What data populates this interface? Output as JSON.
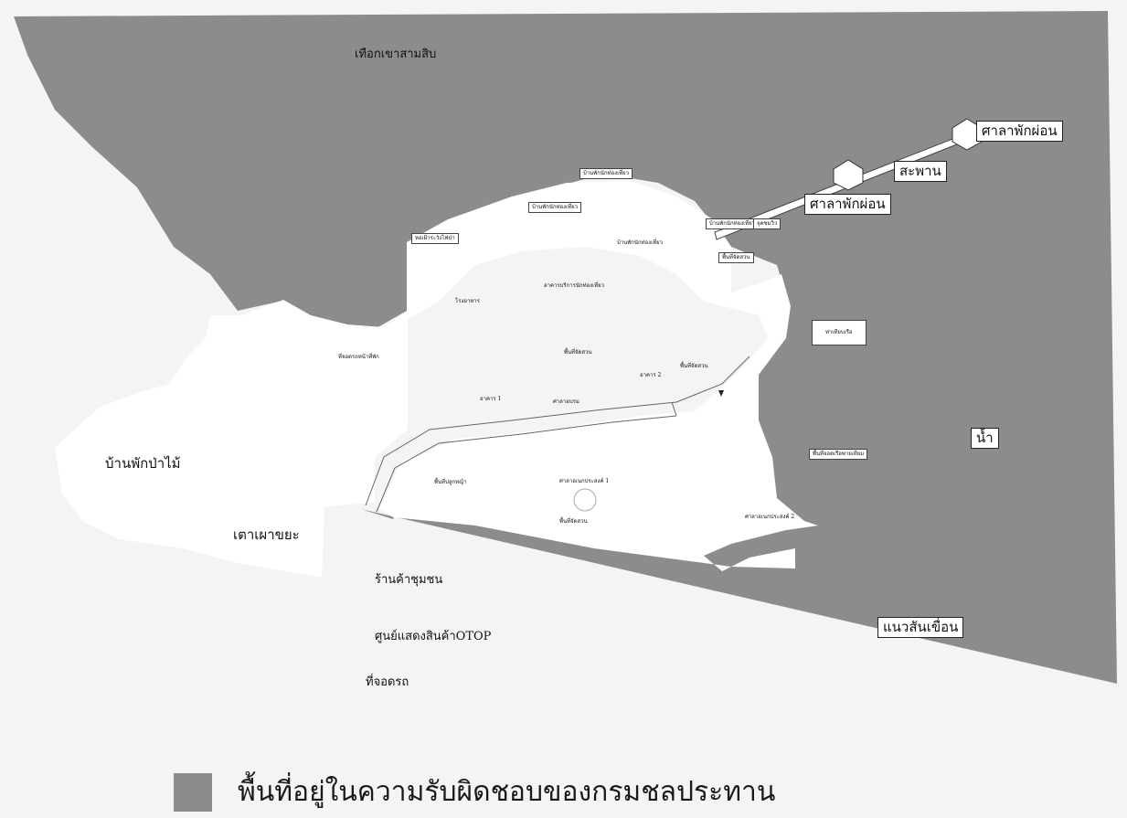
{
  "colors": {
    "responsibility_area": "#8c8c8c",
    "land": "#ffffff",
    "background": "#f4f4f2"
  },
  "labels": {
    "mountain": "เทือกเขาสามสิบ",
    "rest_pavilion_1": "ศาลาพักผ่อน",
    "rest_pavilion_2": "ศาลาพักผ่อน",
    "bridge": "สะพาน",
    "forestry_house": "บ้านพักป่าไม้",
    "incinerator": "เตาเผาขยะ",
    "community_shop": "ร้านค้าชุมชน",
    "otop_center": "ศูนย์แสดงสินค้าOTOP",
    "parking_lot": "ที่จอดรถ",
    "water": "น้ำ",
    "dam_line": "แนวสันเขื่อน",
    "tourist_house_1": "บ้านพักนักท่องเที่ยว",
    "tourist_house_2": "บ้านพักนักท่องเที่ยว",
    "tourist_house_3": "บ้านพักนักท่องเที่ยว",
    "tourist_house_4": "บ้านพักนักท่องเที่ยว",
    "forest_tower": "หอเฝ้าระวังไฟป่า",
    "service_building": "อาคารบริการนักท่องเที่ยว",
    "dining_hall": "โรงอาหาร",
    "parking_front": "ที่จอดรถหน้าที่พัก",
    "garden_center": "พื้นที่จัดสวน",
    "garden_east": "พื้นที่จัดสวน",
    "garden_south": "พื้นที่จัดสวน",
    "garden_ne": "พื้นที่จัดสวน",
    "building_2": "อาคาร 2",
    "building_1": "อาคาร 1",
    "training_hall": "ศาลาอบรม",
    "grass_area": "พื้นที่ปลูกหญ้า",
    "pavilion_1": "ศาลาอเนกประสงค์ 1",
    "pavilion_2": "ศาลาอเนกประสงค์ 2",
    "jetty": "ท่าเทียบเรือ",
    "boat_area": "พื้นที่จอดเรือพายเทียม",
    "tourist_point": "จุดชมวิว"
  },
  "legend": {
    "label": "พื้นที่อยู่ในความรับผิดชอบของกรมชลประทาน"
  }
}
